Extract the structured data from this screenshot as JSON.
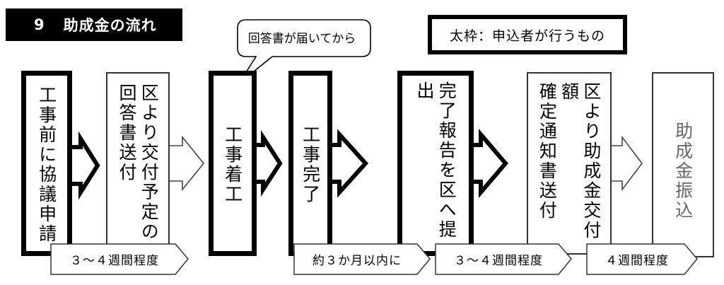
{
  "title": {
    "number": "9",
    "text": "助成金の流れ"
  },
  "legend": "太枠：申込者が行うもの",
  "callout": "回答書が届いてから",
  "steps": [
    {
      "id": "consult",
      "lines": [
        "工事前に協議申請"
      ]
    },
    {
      "id": "notice",
      "lines": [
        "区より交付予定の",
        "回答書送付"
      ]
    },
    {
      "id": "start",
      "lines": [
        "工事着工"
      ]
    },
    {
      "id": "finish",
      "lines": [
        "工事完了"
      ]
    },
    {
      "id": "report",
      "lines": [
        "完了報告を区へ提出"
      ]
    },
    {
      "id": "confirm",
      "lines": [
        "区より助成金交付額",
        "確定通知書送付"
      ]
    },
    {
      "id": "payment",
      "lines": [
        "助成金振込"
      ]
    }
  ],
  "durations": [
    "３～４週間程度",
    "約３か月以内に",
    "３～４週間程度",
    "４週間程度"
  ]
}
